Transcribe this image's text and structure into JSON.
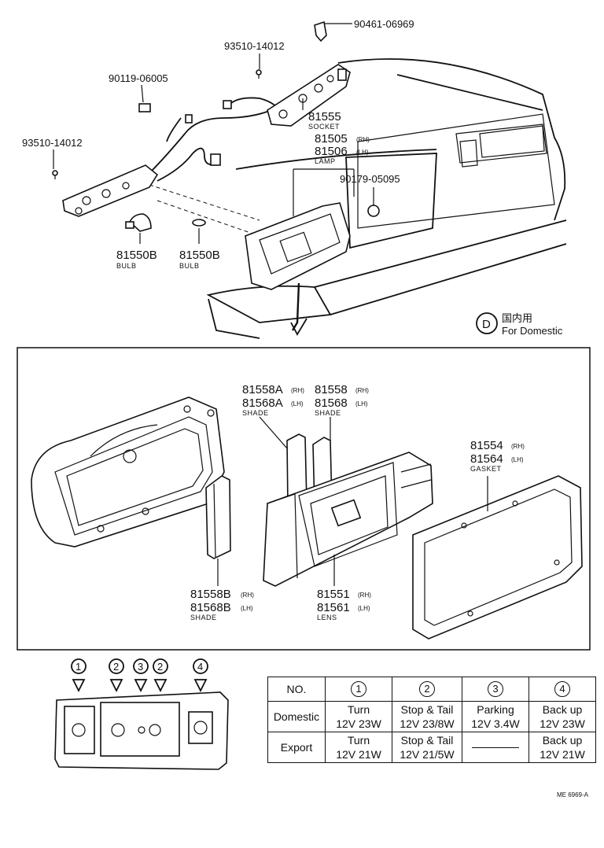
{
  "parts": {
    "p90461": "90461-06969",
    "p93510_top": "93510-14012",
    "p90119": "90119-06005",
    "p93510_left": "93510-14012",
    "p81555": "81555",
    "socket": "SOCKET",
    "p81505": "81505",
    "p81506": "81506",
    "lamp": "LAMP",
    "p90179": "90179-05095",
    "p81550b_1": "81550B",
    "p81550b_2": "81550B",
    "bulb": "BULB",
    "p81558a": "81558A",
    "p81568a": "81568A",
    "p81558": "81558",
    "p81568": "81568",
    "shade": "SHADE",
    "p81554": "81554",
    "p81564": "81564",
    "gasket": "GASKET",
    "p81558b": "81558B",
    "p81568b": "81568B",
    "p81551": "81551",
    "p81561": "81561",
    "lens": "LENS",
    "rh": "(RH)",
    "lh": "(LH)"
  },
  "legend": {
    "symbol": "D",
    "jp": "国内用",
    "en": "For Domestic"
  },
  "positions": [
    "1",
    "2",
    "3",
    "2",
    "4"
  ],
  "table": {
    "header": [
      "NO.",
      "1",
      "2",
      "3",
      "4"
    ],
    "rows": [
      {
        "label": "Domestic",
        "cells": [
          {
            "l1": "Turn",
            "l2": "12V 23W"
          },
          {
            "l1": "Stop & Tail",
            "l2": "12V 23/8W"
          },
          {
            "l1": "Parking",
            "l2": "12V 3.4W"
          },
          {
            "l1": "Back up",
            "l2": "12V 23W"
          }
        ]
      },
      {
        "label": "Export",
        "cells": [
          {
            "l1": "Turn",
            "l2": "12V 21W"
          },
          {
            "l1": "Stop & Tail",
            "l2": "12V 21/5W"
          },
          {
            "l1": "",
            "l2": ""
          },
          {
            "l1": "Back up",
            "l2": "12V 21W"
          }
        ]
      }
    ]
  },
  "ref": "ME 6969-A"
}
